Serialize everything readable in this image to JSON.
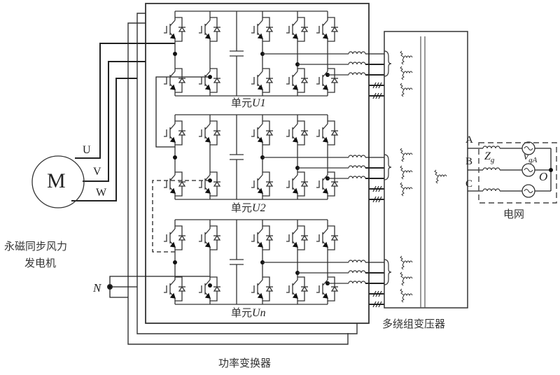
{
  "motor": {
    "symbol": "M",
    "phases": [
      "U",
      "V",
      "W"
    ],
    "caption_line1": "永磁同步风力",
    "caption_line2": "发电机"
  },
  "neutral": {
    "label": "N"
  },
  "converter": {
    "caption": "功率变换器",
    "units": [
      {
        "prefix": "单元",
        "name": "U1"
      },
      {
        "prefix": "单元",
        "name": "U2"
      },
      {
        "prefix": "单元",
        "name": "Un"
      }
    ]
  },
  "transformer": {
    "caption": "多绕组变压器"
  },
  "grid": {
    "caption": "电网",
    "phases": [
      "A",
      "B",
      "C"
    ],
    "impedance_label": "Z",
    "impedance_sub": "g",
    "voltage_label": "v",
    "voltage_sub": "gA",
    "neutral_label": "O"
  }
}
